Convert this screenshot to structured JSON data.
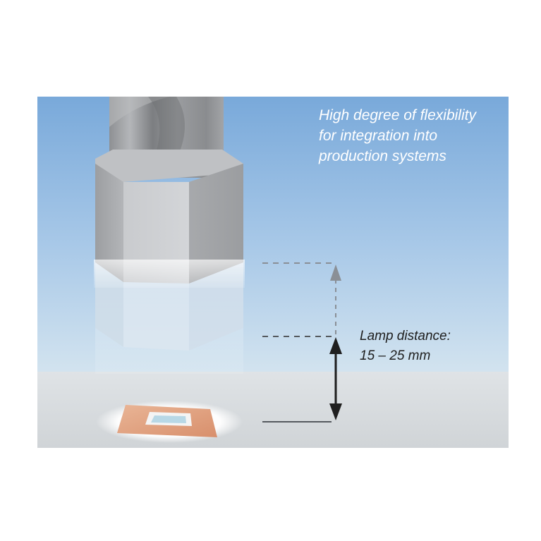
{
  "caption": {
    "line1": "High degree of flexibility",
    "line2": "for integration into",
    "line3": "production systems"
  },
  "distance_label": {
    "line1": "Lamp distance:",
    "line2": "15 – 25 mm"
  },
  "colors": {
    "sky_top": "#7cacdc",
    "sky_bottom": "#cfe1ee",
    "floor": "#d9dde0",
    "lamp_gray": "#a9abae",
    "arrow_solid": "#1f1f1f",
    "arrow_faded": "#8a8f96",
    "substrate": "#e0a080"
  }
}
